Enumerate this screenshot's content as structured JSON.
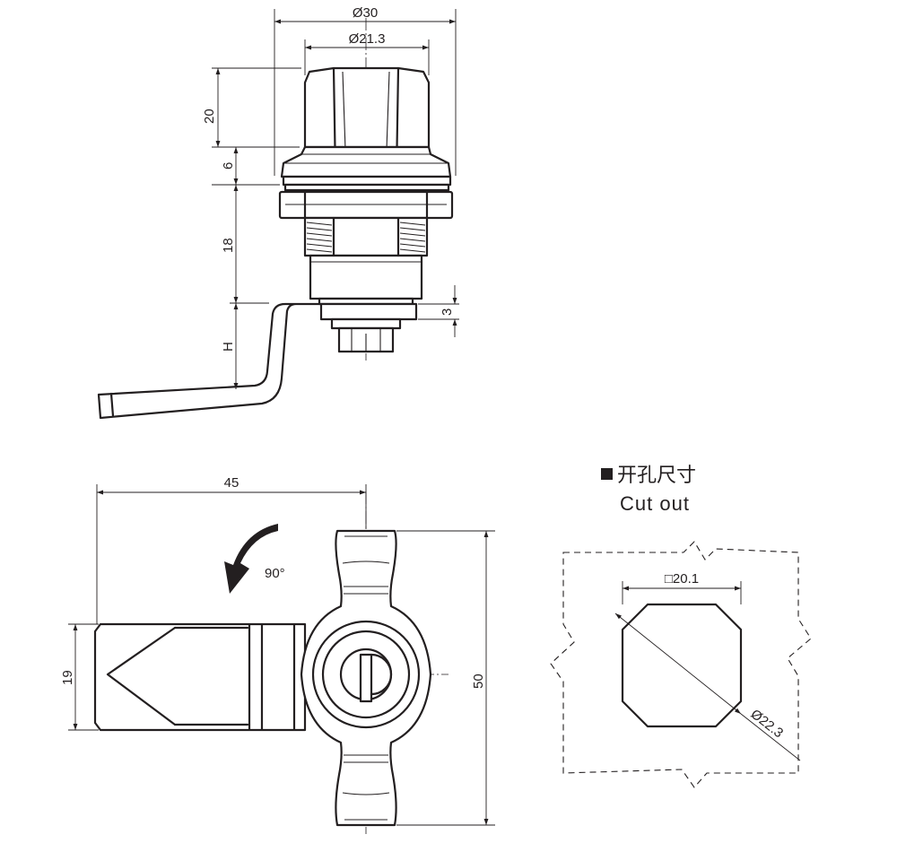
{
  "top_view": {
    "dim_outer_diameter": "Ø30",
    "dim_knob_diameter": "Ø21.3",
    "dim_knob_height": "20",
    "dim_flange_height": "6",
    "dim_body_length": "18",
    "dim_cam_thickness": "3",
    "dim_cam_offset": "H"
  },
  "bottom_view": {
    "dim_cam_length": "45",
    "dim_cam_width": "19",
    "dim_handle_length": "50",
    "rotation_label": "90°"
  },
  "cutout": {
    "title_cn": "开孔尺寸",
    "title_en": "Cut out",
    "dim_flat": "□20.1",
    "dim_diagonal": "Ø22.3"
  }
}
